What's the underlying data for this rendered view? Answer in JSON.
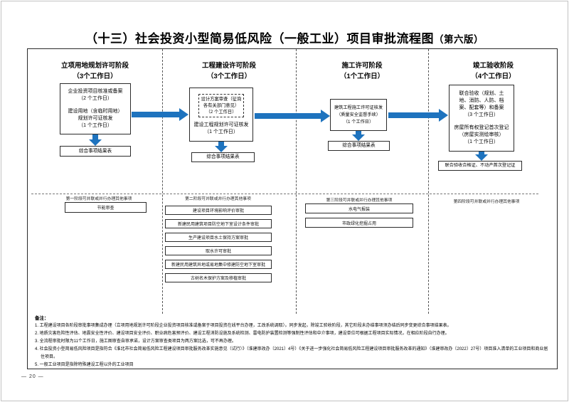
{
  "title": {
    "main": "（十三）社会投资小型简易低风险（一般工业）项目审批流程图",
    "version": "（第六版）"
  },
  "page_number": "— 20 —",
  "colors": {
    "arrow_blue": "#1E73BE"
  },
  "stages": [
    {
      "name": "立项用地规划许可阶段",
      "days": "（3个工作日）",
      "box_lines": [
        "企业投资项目核准或备案",
        "（2 个工作日）",
        "建设用地（含临时用地）",
        "规划许可证核发",
        "（1 个工作日）"
      ],
      "result": "综合事项结果表",
      "parallel_label": "第一阶段可并联或并行办理其他事项",
      "parallel_items": [
        "节能审查"
      ]
    },
    {
      "name": "工程建设许可阶段",
      "days": "（3个工作日）",
      "dashed_lines": [
        "设计方案审查（征询",
        "各有关部门意见）",
        "（2 个工作日）"
      ],
      "box_lines": [
        "建设工程规划许可证核发",
        "（1 个工作日）"
      ],
      "result": "综合事项结果表",
      "parallel_label": "第二阶段可并联或并行办理其他事项",
      "parallel_items": [
        "建设项目环境影响评价审批",
        "新建民用建筑项目防空地下室设计条件审批",
        "生产建设项目水土保持方案审批",
        "取水许可审批",
        "新建民用建筑异地或易地集中修建防空地下室审批",
        "古树名木保护方案及移植审批"
      ]
    },
    {
      "name": "施工许可阶段",
      "days": "（1个工作日）",
      "box_lines": [
        "建筑工程施工许可证核发",
        "（质量安全监督手续）",
        "（1 个工作日）"
      ],
      "result": "综合事项结果表",
      "parallel_label": "第三阶段可并联或并行办理其他事项",
      "parallel_items": [
        "水电气报装",
        "市政绿化挖掘占用"
      ]
    },
    {
      "name": "竣工验收阶段",
      "days": "（4个工作日）",
      "box_lines": [
        "联合验收（规划、土",
        "地、消防、人防、档",
        "案、配套等）和备案",
        "（3 个工作日）",
        "房屋所有权登记首次登记",
        "（房屋实测绘审核）",
        "（1 个工作日）"
      ],
      "result": "联合验收合格证、不动产首次登记证",
      "parallel_label": "第四阶段可并联或并行办理其他事项",
      "parallel_items": []
    }
  ],
  "notes": {
    "label": "备注：",
    "items": [
      "1. 工程建设项目各阶段审批事项集成办理（立项用地规划许可阶段企业投资项目核准或备案于项目投资在线平台办理，工改系统调取）。同步发起，除竣工验收阶段，其它阶段未办结事项须办结后同步变更综合事项结果表。",
      "2. 地质灾害危险性评估、地震安全性评价、建设项目安全评价、职业病危害预评价、建设工程消防设施及系统检测、雷电防护装置检测等强制性评估和中介事项，建设单位可根据工程项目实际情况，在相应阶段自行办理。",
      "3. 全流程审批时限为11个工作日，施工图审查自审承诺，设计方案审查类项目为两方案比选，可不再办理。",
      "4. 社会投资小型简易低风险项目是指符合《淮北市社会简易低风险工程建设项目审批服务改革实施意见（试行）》（淮建审改办〔2021〕4号）《关于进一步强化社会简易低风险工程建设项目审批服务改革的通知》（淮建审改办〔2022〕27号）项目准入清单的工业项目和商业居住项目。",
      "5. 一般工业项目是指除特殊建设工程以外的工业项目"
    ]
  }
}
